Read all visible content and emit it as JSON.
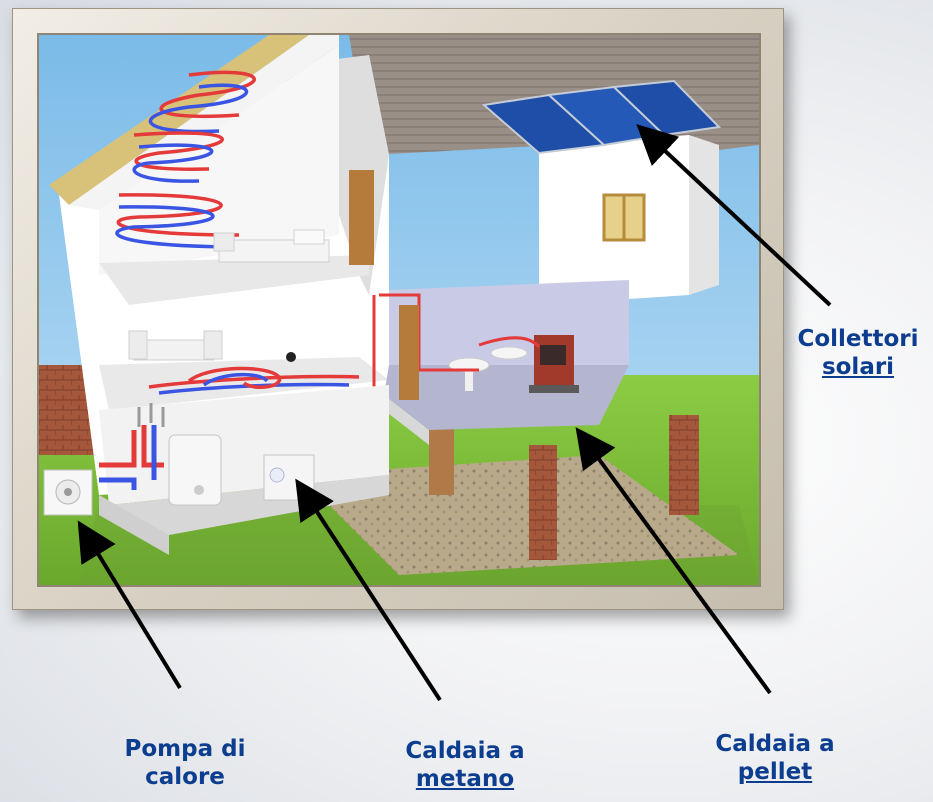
{
  "labels": {
    "collettori": {
      "line1": "Collettori",
      "line2": "solari"
    },
    "pompa": {
      "line1": "Pompa di",
      "line2": "calore"
    },
    "metano": {
      "line1": "Caldaia a",
      "line2": "metano"
    },
    "pellet": {
      "line1": "Caldaia a",
      "line2": "pellet"
    }
  },
  "colors": {
    "label_text": "#0d3d8f",
    "pipe_hot": "#e43a3a",
    "pipe_cold": "#3a55e4",
    "sky": "#8fc7ee",
    "grass": "#7fbf3a"
  }
}
